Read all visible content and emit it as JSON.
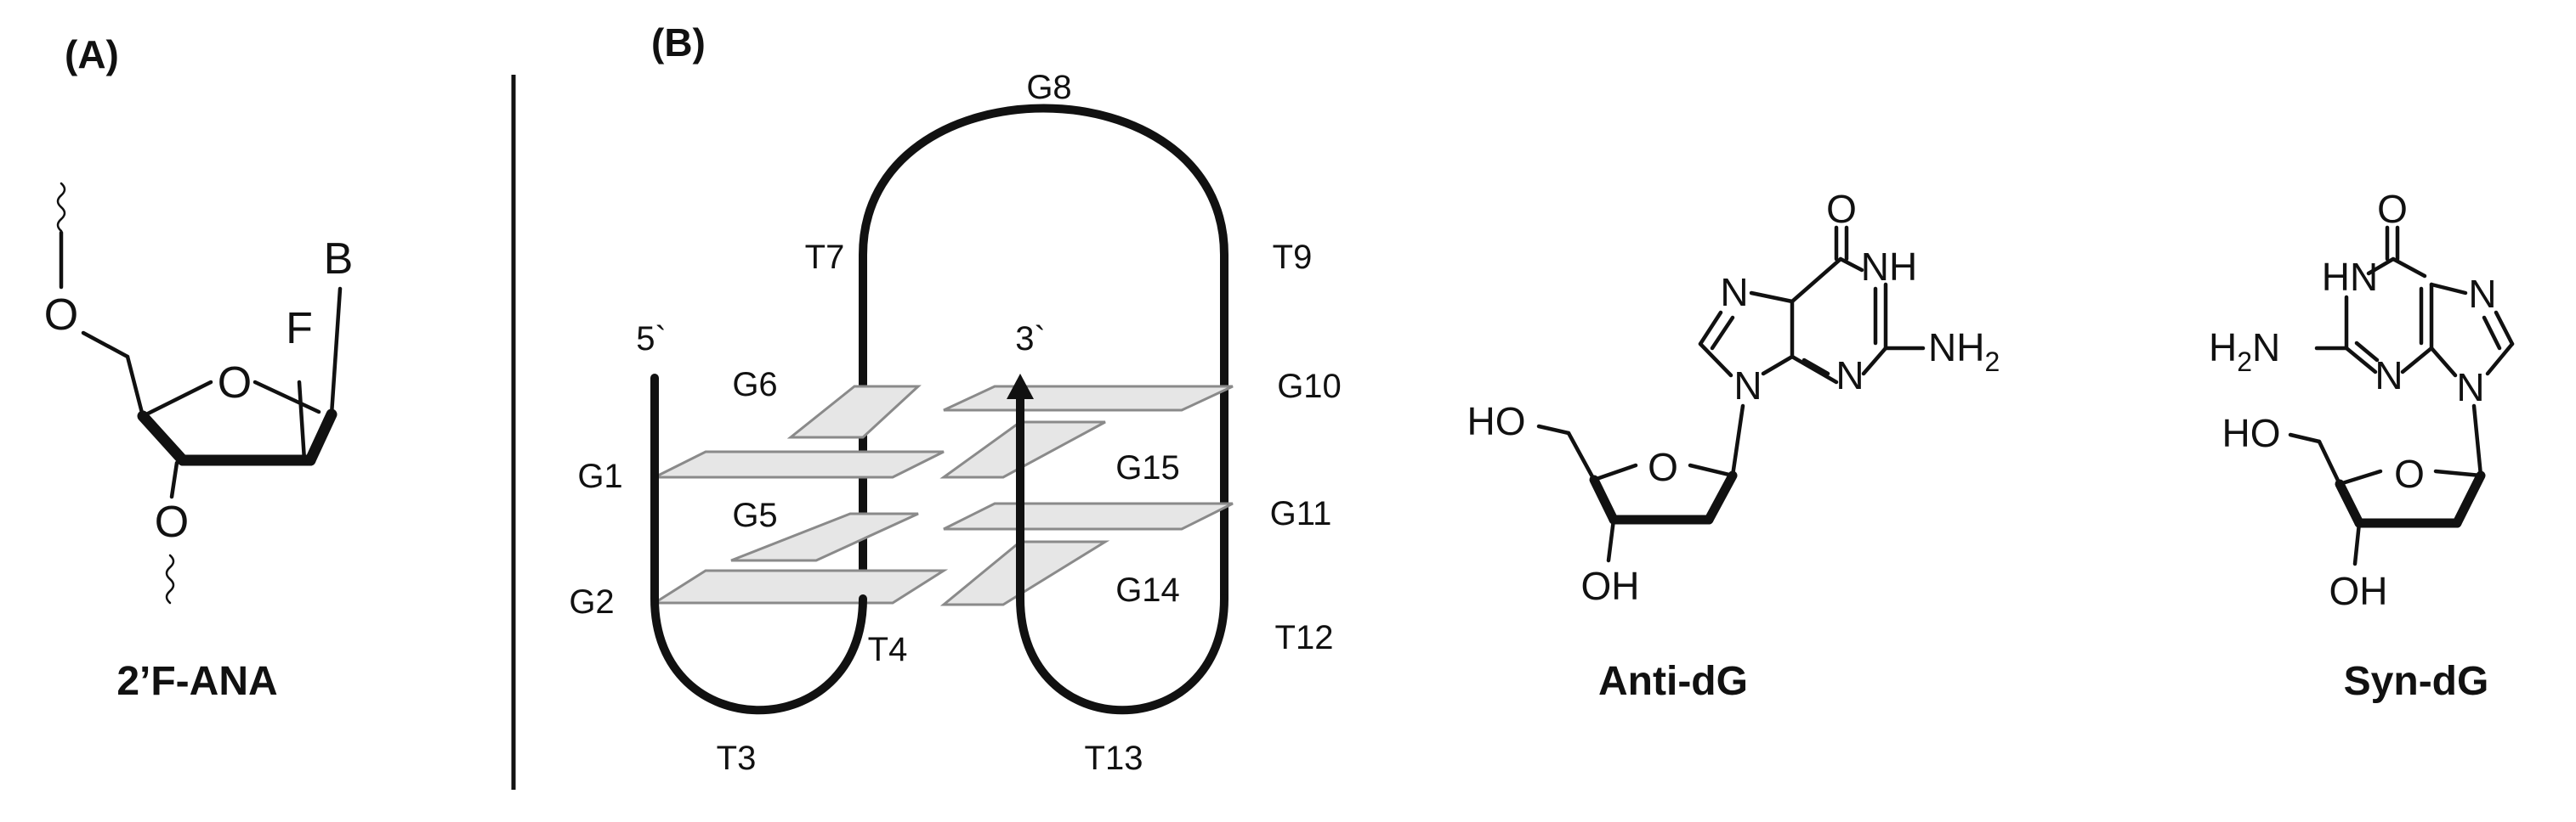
{
  "panel_a": {
    "label": "(A)",
    "caption": "2’F-ANA",
    "atoms": {
      "o5": "O",
      "o_ring": "O",
      "o3": "O",
      "base": "B",
      "fluorine": "F"
    }
  },
  "panel_b": {
    "label": "(B)",
    "ends": {
      "five_prime": "5`",
      "three_prime": "3`"
    },
    "residues": {
      "g1": "G1",
      "g2": "G2",
      "t3": "T3",
      "t4": "T4",
      "g5": "G5",
      "g6": "G6",
      "t7": "T7",
      "g8": "G8",
      "t9": "T9",
      "g10": "G10",
      "g11": "G11",
      "t12": "T12",
      "t13": "T13",
      "g14": "G14",
      "g15": "G15"
    }
  },
  "anti_dg": {
    "caption": "Anti-dG",
    "atoms": {
      "o_carbonyl": "O",
      "nh": "NH",
      "n7": "N",
      "n9": "N",
      "n3": "N",
      "nh2_n": "NH",
      "nh2_sub": "2",
      "ho": "HO",
      "o_ring": "O",
      "oh": "OH"
    }
  },
  "syn_dg": {
    "caption": "Syn-dG",
    "atoms": {
      "o_carbonyl": "O",
      "hn": "HN",
      "n7": "N",
      "n9": "N",
      "n3": "N",
      "h2n_h": "H",
      "h2n_sub": "2",
      "h2n_n": "N",
      "ho": "HO",
      "o_ring": "O",
      "oh": "OH"
    }
  }
}
